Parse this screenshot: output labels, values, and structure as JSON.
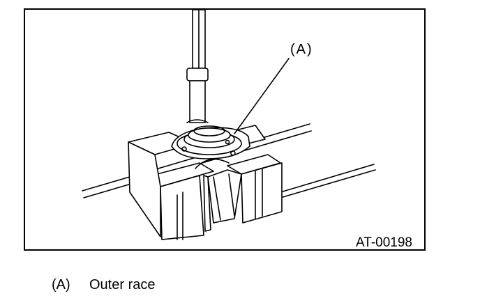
{
  "figure": {
    "callout": "(A)",
    "figure_id": "AT-00198"
  },
  "legend": {
    "items": [
      {
        "key": "(A)",
        "text": "Outer race"
      }
    ]
  }
}
